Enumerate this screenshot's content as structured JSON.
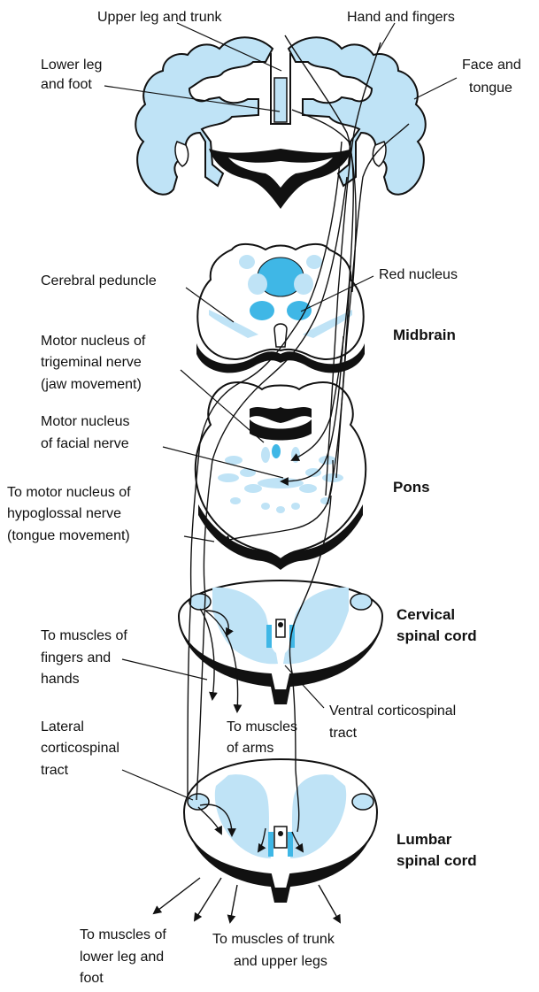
{
  "colors": {
    "tissue_fill": "#bfe3f6",
    "tissue_outline": "#111111",
    "nucleus_fill": "#3fb7e6",
    "ink": "#111111",
    "background": "#ffffff"
  },
  "labels": {
    "upper_leg_trunk": "Upper leg and trunk",
    "hand_fingers": "Hand and fingers",
    "lower_leg_1": "Lower leg",
    "lower_leg_2": "and foot",
    "face_1": "Face and",
    "face_2": "tongue",
    "cerebral_peduncle": "Cerebral peduncle",
    "red_nucleus": "Red nucleus",
    "midbrain": "Midbrain",
    "trigeminal_1": "Motor nucleus of",
    "trigeminal_2": "trigeminal nerve",
    "trigeminal_3": "(jaw movement)",
    "facial_1": "Motor nucleus",
    "facial_2": "of facial nerve",
    "pons": "Pons",
    "hypoglossal_1": "To motor nucleus of",
    "hypoglossal_2": "hypoglossal nerve",
    "hypoglossal_3": "(tongue movement)",
    "cervical_1": "Cervical",
    "cervical_2": "spinal cord",
    "fingers_1": "To muscles of",
    "fingers_2": "fingers and",
    "fingers_3": "hands",
    "ventral_1": "Ventral corticospinal",
    "ventral_2": "tract",
    "arms_1": "To muscles",
    "arms_2": "of arms",
    "lateral_1": "Lateral",
    "lateral_2": "corticospinal",
    "lateral_3": "tract",
    "lumbar_1": "Lumbar",
    "lumbar_2": "spinal cord",
    "lowerleg_muscle_1": "To muscles of",
    "lowerleg_muscle_2": "lower leg and",
    "lowerleg_muscle_3": "foot",
    "trunk_muscle_1": "To muscles of trunk",
    "trunk_muscle_2": "and upper legs"
  }
}
